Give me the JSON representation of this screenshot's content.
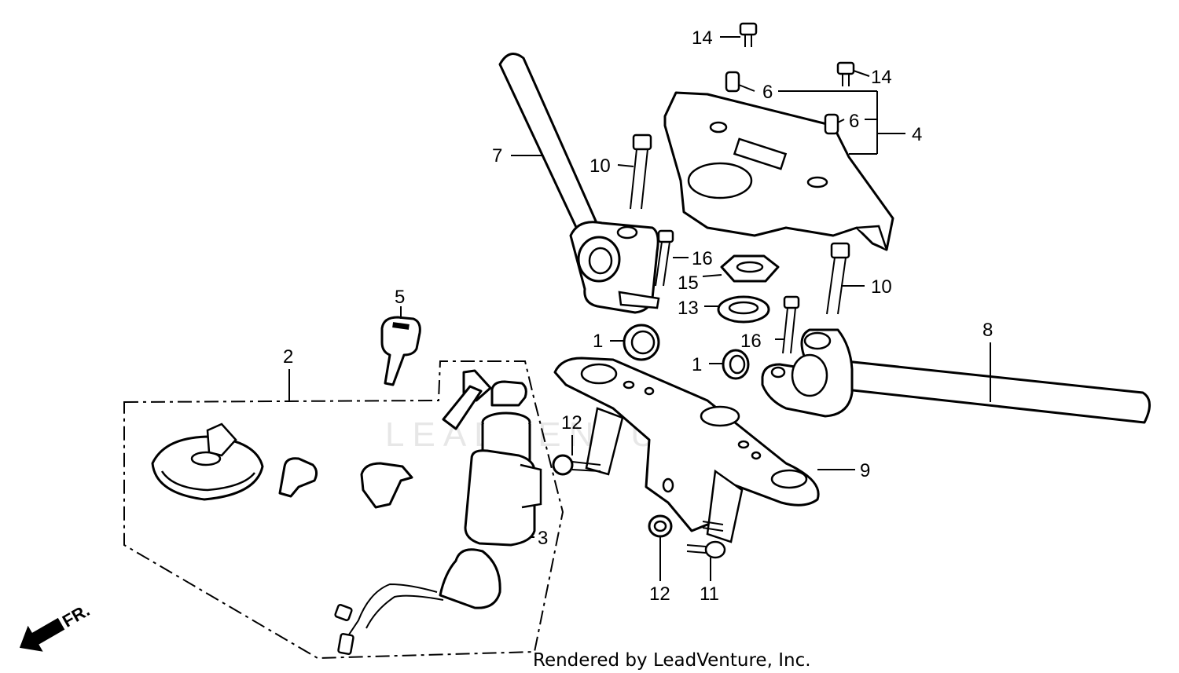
{
  "callouts": {
    "c1a": "1",
    "c1b": "1",
    "c2": "2",
    "c3": "3",
    "c4": "4",
    "c5": "5",
    "c6a": "6",
    "c6b": "6",
    "c7": "7",
    "c8": "8",
    "c9": "9",
    "c10a": "10",
    "c10b": "10",
    "c11": "11",
    "c12a": "12",
    "c12b": "12",
    "c13": "13",
    "c14a": "14",
    "c14b": "14",
    "c15": "15",
    "c16a": "16",
    "c16b": "16"
  },
  "direction_label": "FR.",
  "watermark": "LEADVENTURE",
  "credit": "Rendered by LeadVenture, Inc."
}
